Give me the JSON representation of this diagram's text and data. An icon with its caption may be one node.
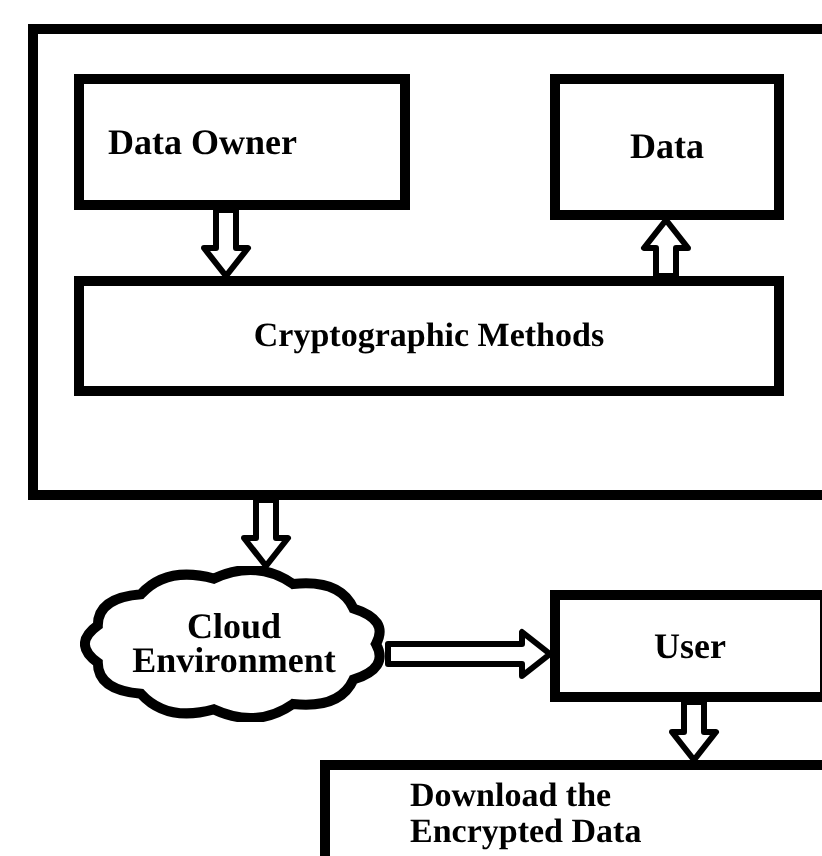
{
  "diagram": {
    "nodes": [
      {
        "text": [],
        "shape": "box"
      },
      {
        "text": [
          "Data Owner"
        ],
        "in": 0
      },
      {
        "text": [
          "Data"
        ],
        "in": 0
      },
      {
        "text": [
          "Cryptographic Methods"
        ],
        "in": 0
      },
      {
        "text": [
          "Cloud Environment"
        ]
      },
      {
        "text": [
          "User"
        ]
      },
      {
        "text": [
          "Download the Encrypted Data"
        ]
      }
    ],
    "edges": [
      {
        "from": 1,
        "to": 3,
        "arrow": "to"
      },
      {
        "from": 3,
        "to": 2,
        "arrow": "to"
      },
      {
        "from": 0,
        "to": 4,
        "arrow": "to"
      },
      {
        "from": 4,
        "to": 5,
        "arrow": "to"
      },
      {
        "from": 5,
        "to": 6,
        "arrow": "to"
      }
    ]
  }
}
